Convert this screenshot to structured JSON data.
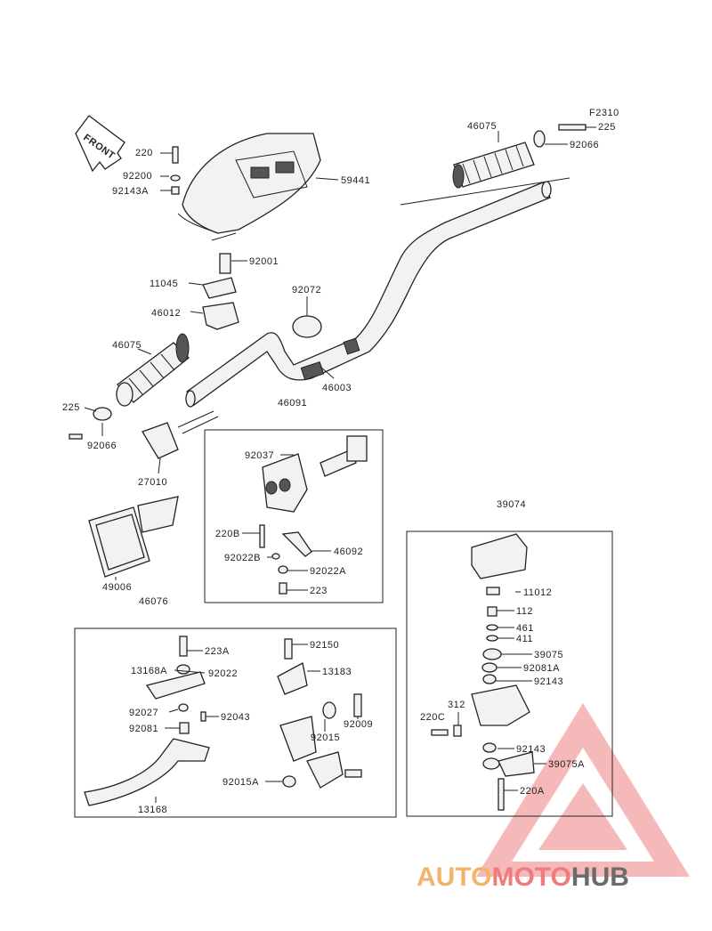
{
  "diagram_code": "F2310",
  "front_label": "FRONT",
  "labels": {
    "p220": "220",
    "p92200": "92200",
    "p92143A_top": "92143A",
    "p59441": "59441",
    "p46075_right": "46075",
    "p225_right": "225",
    "p92066_right": "92066",
    "p92001": "92001",
    "p11045": "11045",
    "p46012": "46012",
    "p92072": "92072",
    "p46075_left": "46075",
    "p46003": "46003",
    "p225_left": "225",
    "p92066_left": "92066",
    "p46091": "46091",
    "p27010": "27010",
    "p92037": "92037",
    "p220B": "220B",
    "p46092": "46092",
    "p92022B": "92022B",
    "p92022A": "92022A",
    "p223": "223",
    "p49006": "49006",
    "p46076": "46076",
    "p223A": "223A",
    "p92150": "92150",
    "p13168A": "13168A",
    "p92022": "92022",
    "p13183": "13183",
    "p92027": "92027",
    "p92043": "92043",
    "p92009": "92009",
    "p92081": "92081",
    "p92015": "92015",
    "p92015A": "92015A",
    "p13168": "13168",
    "p39074": "39074",
    "p11012": "11012",
    "p112": "112",
    "p461": "461",
    "p411": "411",
    "p39075": "39075",
    "p92081A": "92081A",
    "p92143": "92143",
    "p312": "312",
    "p220C": "220C",
    "p92143b": "92143",
    "p39075A": "39075A",
    "p220A": "220A"
  },
  "watermark": {
    "part1": "AUTO",
    "part2": "MOTO",
    "part3": "HUB",
    "color_auto": "#f2b36b",
    "color_moto": "#f07b7b",
    "color_hub": "#6b6b6b"
  }
}
